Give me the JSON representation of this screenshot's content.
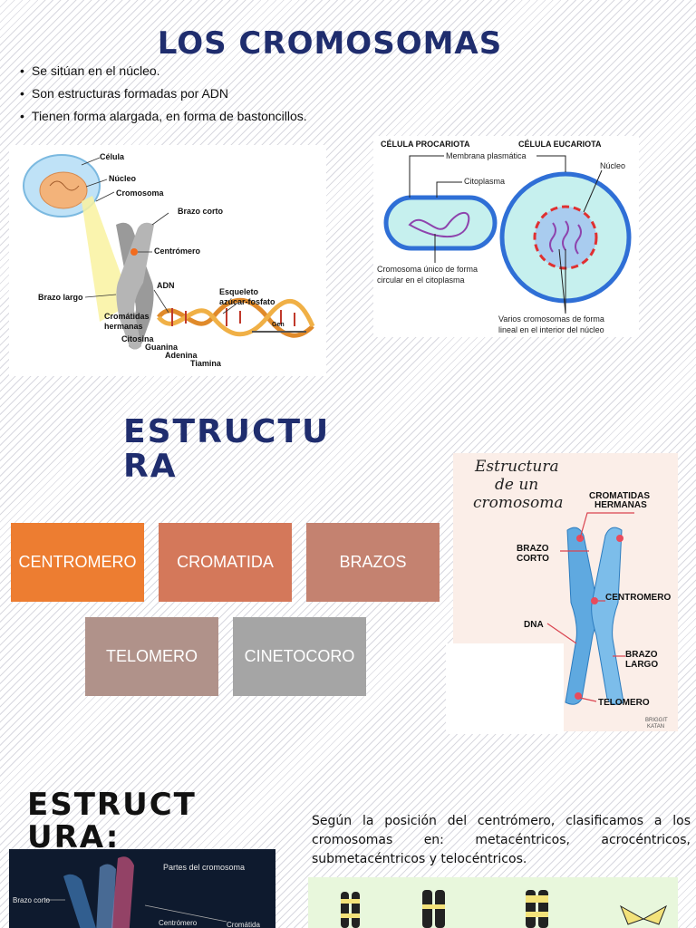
{
  "title": "LOS CROMOSOMAS",
  "bullets": [
    "Se sitúan en el núcleo.",
    "Son estructuras formadas por ADN",
    "Tienen forma alargada, en forma de bastoncillos."
  ],
  "figure1": {
    "labels": [
      "Célula",
      "Núcleo",
      "Cromosoma",
      "Brazo corto",
      "Centrómero",
      "ADN",
      "Brazo largo",
      "Cromátidas",
      "hermanas",
      "Esqueleto",
      "azúcar-fosfato",
      "Gen",
      "Citosina",
      "Guanina",
      "Adenina",
      "Tiamina"
    ]
  },
  "figure2": {
    "heading_left": "CÉLULA PROCARIOTA",
    "heading_right": "CÉLULA EUCARIOTA",
    "labels": [
      "Membrana plasmática",
      "Núcleo",
      "Citoplasma",
      "Cromosoma único de forma",
      "circular en el citoplasma",
      "Varios cromosomas de forma",
      "lineal en el interior del núcleo"
    ]
  },
  "title2": "ESTRUCTURA",
  "boxes": [
    {
      "label": "CENTROMERO",
      "color": "#ed7d31"
    },
    {
      "label": "CROMATIDA",
      "color": "#d4785a"
    },
    {
      "label": "BRAZOS",
      "color": "#c48270"
    },
    {
      "label": "TELOMERO",
      "color": "#b0928a"
    },
    {
      "label": "CINETOCORO",
      "color": "#a5a5a5"
    }
  ],
  "figure3": {
    "handwritten_title": [
      "Estructura",
      "de un",
      "cromosoma"
    ],
    "labels": [
      "CROMATIDAS",
      "HERMANAS",
      "BRAZO",
      "CORTO",
      "CENTROMERO",
      "DNA",
      "BRAZO",
      "LARGO",
      "TELOMERO"
    ],
    "credit": [
      "BRIGGIT",
      "KATAN"
    ]
  },
  "title3": "ESTRUCTURA:",
  "paragraph": "Según la posición del centrómero, clasificamos a los cromosomas en: metacéntricos, acrocéntricos, submetacéntricos y telocéntricos.",
  "figure4": {
    "heading": "Partes del cromosoma",
    "labels": [
      "Brazo corto",
      "Centrómero",
      "Cromátida"
    ]
  },
  "colors": {
    "title": "#1f2d6e",
    "cell_membrane": "#2f6fd6",
    "cytoplasm": "#c6f0ee",
    "chromosome_blue": "#5fa9e0"
  }
}
